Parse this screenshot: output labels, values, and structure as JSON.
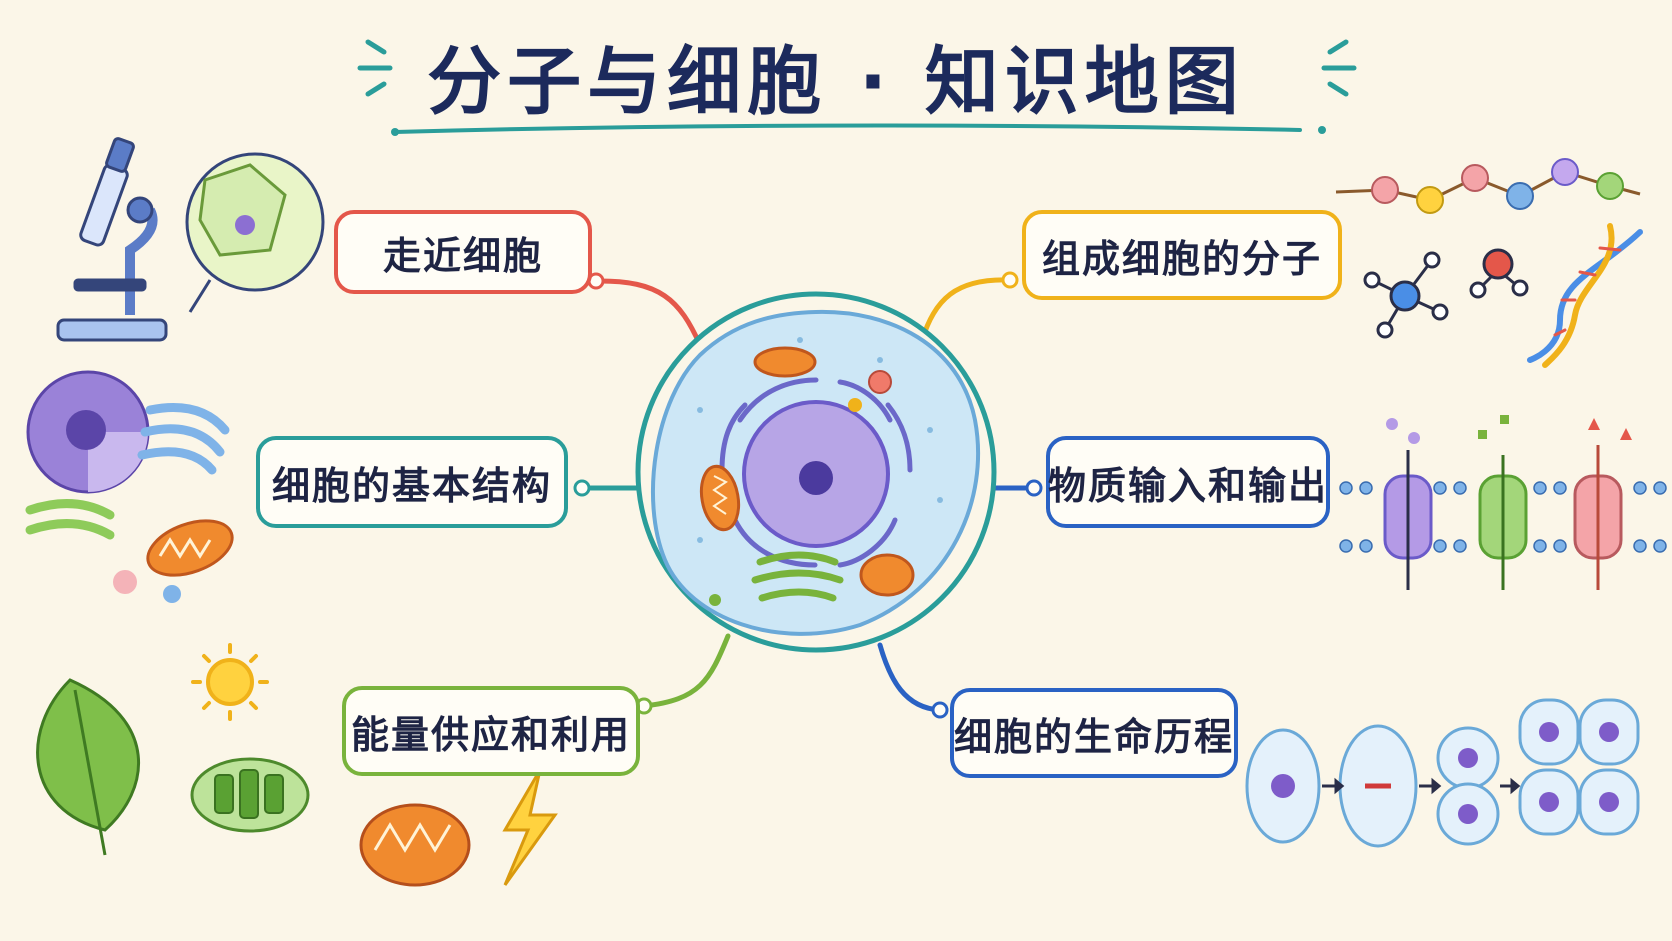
{
  "title": "分子与细胞 · 知识地图",
  "colors": {
    "background": "#fbf6e8",
    "title": "#1c2a5c",
    "red": "#e4574a",
    "teal": "#2a9d9a",
    "green": "#79b33c",
    "yellow": "#f0b21a",
    "blue": "#2a62c4"
  },
  "center": {
    "label": "animal cell illustration"
  },
  "nodes": [
    {
      "id": "approach-cells",
      "label": "走近细胞",
      "color": "red"
    },
    {
      "id": "basic-structure",
      "label": "细胞的基本结构",
      "color": "teal"
    },
    {
      "id": "energy",
      "label": "能量供应和利用",
      "color": "green"
    },
    {
      "id": "molecules",
      "label": "组成细胞的分子",
      "color": "yellow"
    },
    {
      "id": "transport",
      "label": "物质输入和输出",
      "color": "blue"
    },
    {
      "id": "life-history",
      "label": "细胞的生命历程",
      "color": "blue"
    }
  ],
  "illustrations": [
    {
      "icon": "microscope-icon"
    },
    {
      "icon": "plant-cells-magnified-icon"
    },
    {
      "icon": "cell-cutaway-icon"
    },
    {
      "icon": "golgi-icon"
    },
    {
      "icon": "mitochondrion-icon"
    },
    {
      "icon": "leaf-icon"
    },
    {
      "icon": "sun-icon"
    },
    {
      "icon": "chloroplast-icon"
    },
    {
      "icon": "lightning-icon"
    },
    {
      "icon": "amino-acid-chain-icon"
    },
    {
      "icon": "molecule-icon"
    },
    {
      "icon": "dna-helix-icon"
    },
    {
      "icon": "cell-membrane-channels-icon"
    },
    {
      "icon": "cell-division-icon"
    }
  ]
}
